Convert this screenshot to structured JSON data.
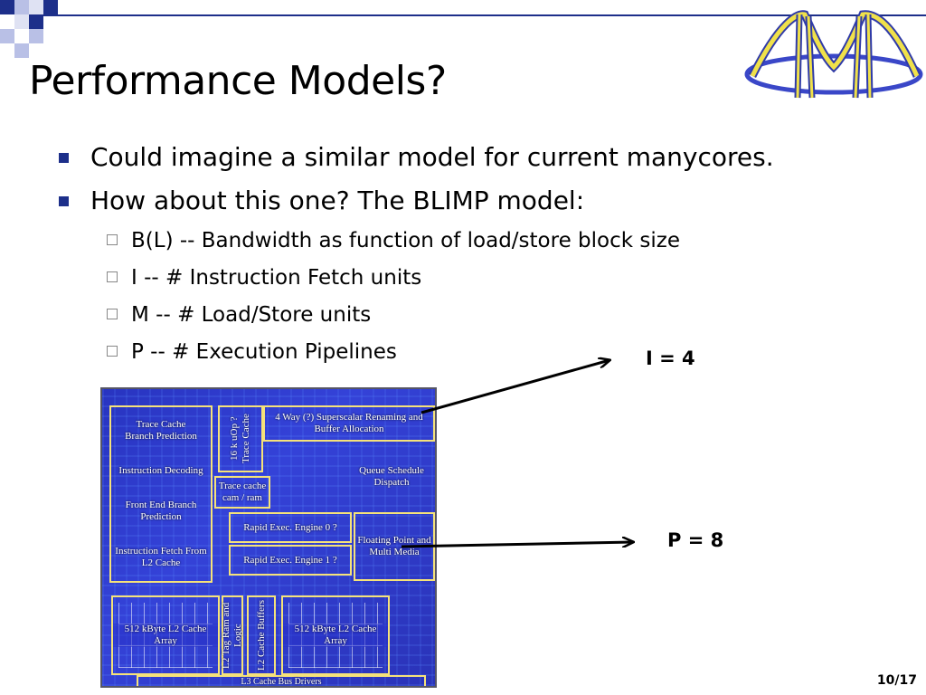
{
  "slide": {
    "title": "Performance Models?",
    "bullets": [
      "Could imagine a similar model for current manycores.",
      "How about this one? The BLIMP model:"
    ],
    "sub_bullets": [
      "B(L) -- Bandwidth as function of load/store block size",
      "I -- # Instruction Fetch units",
      "M -- # Load/Store units",
      "P -- # Execution Pipelines"
    ],
    "annotations": {
      "i": "I = 4",
      "p": "P = 8"
    },
    "page_number": "10/17"
  },
  "chip": {
    "trace_cache": "Trace Cache",
    "branch_prediction": "Branch Prediction",
    "instruction_decoding": "Instruction Decoding",
    "front_end_bp": "Front End Branch Prediction",
    "instruction_fetch": "Instruction Fetch From L2 Cache",
    "uop_trace_cache": "16 k uOp ? Trace Cache",
    "superscalar": "4 Way (?) Superscalar Renaming and Buffer Allocation",
    "queue": "Queue Schedule Dispatch",
    "trace_cache_cam": "Trace cache cam / ram",
    "rapid_exec_0": "Rapid Exec. Engine 0 ?",
    "rapid_exec_1": "Rapid Exec. Engine 1 ?",
    "floating_point": "Floating Point and Multi Media",
    "l2_left": "512 kByte L2 Cache Array",
    "l2_right": "512 kByte L2 Cache Array",
    "l2_tag": "L2 Tag Ram and Logic",
    "l2_buffers": "L2 Cache Buffers",
    "l3_bus": "L3 Cache Bus Drivers"
  },
  "colors": {
    "accent": "#1d2f8a",
    "chip_blue": "#2c37c8",
    "block_outline": "#f5e27a"
  },
  "icons": [
    "bridge-logo",
    "corner-squares"
  ]
}
